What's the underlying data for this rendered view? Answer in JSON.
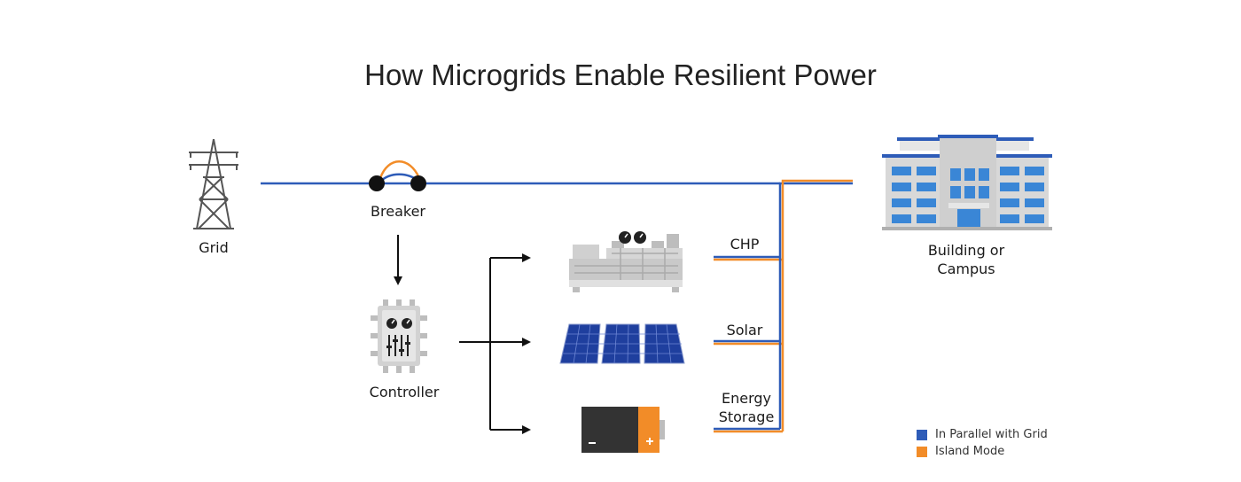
{
  "title": "How Microgrids Enable Resilient Power",
  "nodes": {
    "grid": "Grid",
    "breaker": "Breaker",
    "controller": "Controller",
    "chp": "CHP",
    "solar": "Solar",
    "energy_storage_line1": "Energy",
    "energy_storage_line2": "Storage",
    "building_line1": "Building or",
    "building_line2": "Campus"
  },
  "legend": [
    {
      "label": "In Parallel with Grid",
      "color": "#2e5cb8"
    },
    {
      "label": "Island Mode",
      "color": "#f28c28"
    }
  ],
  "colors": {
    "parallel_line": "#2e5cb8",
    "island_line": "#f28c28",
    "icon_gray": "#c9c9c9",
    "panel_blue": "#1f3f9e",
    "battery_orange": "#f28c28"
  }
}
